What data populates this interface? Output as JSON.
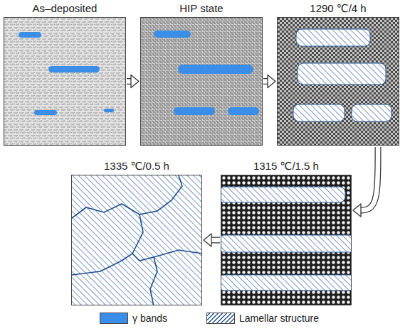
{
  "diagram": {
    "nodes": [
      {
        "text": [
          "As–deposited"
        ]
      },
      {
        "text": [
          "HIP state"
        ]
      },
      {
        "text": [
          "1290 ℃/4 h"
        ]
      },
      {
        "text": [
          "1315 ℃/1.5 h"
        ]
      },
      {
        "text": [
          "1335 ℃/0.5 h"
        ]
      }
    ],
    "edges": [
      {
        "from": 0,
        "to": 1,
        "arrow": "to"
      },
      {
        "from": 1,
        "to": 2,
        "arrow": "to"
      },
      {
        "from": 2,
        "to": 3,
        "arrow": "to"
      },
      {
        "from": 3,
        "to": 4,
        "arrow": "to"
      }
    ],
    "legend": [
      {
        "text": "γ bands",
        "color": "#3b8ee8"
      },
      {
        "text": "Lamellar structure"
      }
    ]
  }
}
